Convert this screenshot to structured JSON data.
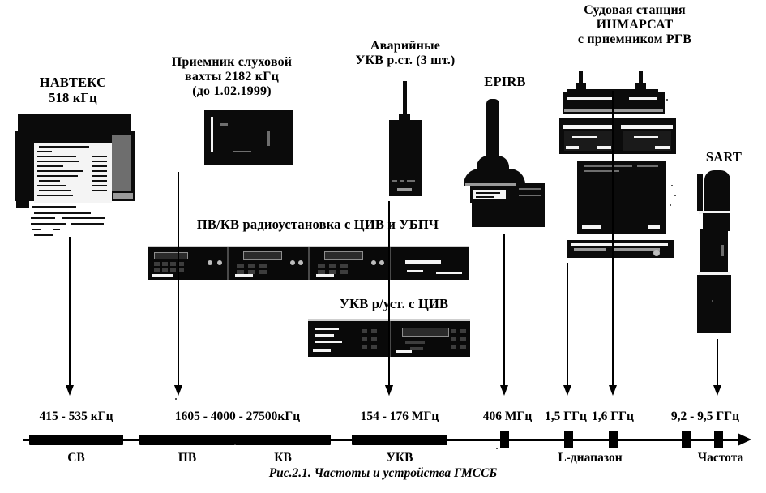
{
  "figure": {
    "caption": "Рис.2.1. Частоты и устройства ГМССБ"
  },
  "devices": [
    {
      "id": "navtex",
      "label": "НАВТЕКС\n518 кГц",
      "icon": "navtex-receiver-icon"
    },
    {
      "id": "watch-receiver-2182",
      "label": "Приемник слуховой\nвахты 2182 кГц\n(до 1.02.1999)",
      "icon": "watch-receiver-icon"
    },
    {
      "id": "emergency-vhf",
      "label": "Аварийные\nУКВ р.ст. (3 шт.)",
      "icon": "handheld-vhf-radio-icon"
    },
    {
      "id": "epirb",
      "label": "EPIRB",
      "icon": "epirb-beacon-icon"
    },
    {
      "id": "inmarsat",
      "label": "Судовая станция\nИНМАРСАТ\nс приемником РГВ",
      "icon": "inmarsat-station-icon"
    },
    {
      "id": "sart",
      "label": "SART",
      "icon": "sart-transponder-icon"
    },
    {
      "id": "mf-hf-installation",
      "label": "ПВ/КВ радиоустановка с ЦИВ и УБПЧ",
      "icon": "mf-hf-radio-rack-icon"
    },
    {
      "id": "vhf-installation",
      "label": "УКВ р/уст. с ЦИВ",
      "icon": "vhf-radio-rack-icon"
    }
  ],
  "chart_data": {
    "type": "bar",
    "title": "Рис.2.1. Частоты и устройства ГМССБ",
    "xlabel": "Частота",
    "ylabel": "",
    "axis_orientation": "horizontal",
    "axis_direction": "increasing frequency left to right",
    "grid": false,
    "legend": "none",
    "bands": [
      {
        "name": "СВ",
        "value_label": "415  -  535 кГц",
        "from_khz": 415,
        "to_khz": 535,
        "kind": "band"
      },
      {
        "name": "ПВ",
        "value_label": "1605 - 4000",
        "from_khz": 1605,
        "to_khz": 4000,
        "kind": "band"
      },
      {
        "name": "КВ",
        "value_label": "4000  -  27500кГц",
        "from_khz": 4000,
        "to_khz": 27500,
        "kind": "band"
      },
      {
        "name": "УКВ",
        "value_label": "154 - 176 МГц",
        "from_khz": 154000,
        "to_khz": 176000,
        "kind": "band"
      }
    ],
    "markers": [
      {
        "name": "",
        "value_label": "406 МГц",
        "value_mhz": 406,
        "kind": "tick"
      },
      {
        "name": "L-диапазон",
        "value_label": "1,5 ГГц",
        "value_mhz": 1500,
        "kind": "tick"
      },
      {
        "name": "L-диапазон",
        "value_label": "1,6 ГГц",
        "value_mhz": 1600,
        "kind": "tick"
      },
      {
        "name": "Частота",
        "value_label": "9,2 - 9,5 ГГц",
        "value_mhz": 9200,
        "kind": "tick"
      },
      {
        "name": "Частота",
        "value_label": "9,2 - 9,5 ГГц",
        "value_mhz": 9500,
        "kind": "tick"
      }
    ],
    "axis_value_labels": [
      "415  -  535 кГц",
      "1605 - 4000  -  27500кГц",
      "154 - 176 МГц",
      "406 МГц",
      "1,5 ГГц",
      "1,6 ГГц",
      "9,2 - 9,5 ГГц"
    ],
    "axis_band_names": [
      "СВ",
      "ПВ",
      "КВ",
      "УКВ",
      "L-диапазон",
      "Частота"
    ]
  },
  "axis": {
    "values": {
      "sv": "415  -  535 кГц",
      "pv_kv": "1605 - 4000  -  27500кГц",
      "ukv": "154 - 176 МГц",
      "epirb": "406 МГц",
      "l_low": "1,5 ГГц",
      "l_high": "1,6 ГГц",
      "sart": "9,2 - 9,5 ГГц"
    },
    "names": {
      "sv": "СВ",
      "pv": "ПВ",
      "kv": "КВ",
      "ukv": "УКВ",
      "l_band": "L-диапазон",
      "frequency": "Частота"
    }
  },
  "colors": {
    "ink": "#000000",
    "paper": "#ffffff",
    "device_body": "#0b0b0b",
    "device_highlight": "#f4f4f4"
  }
}
